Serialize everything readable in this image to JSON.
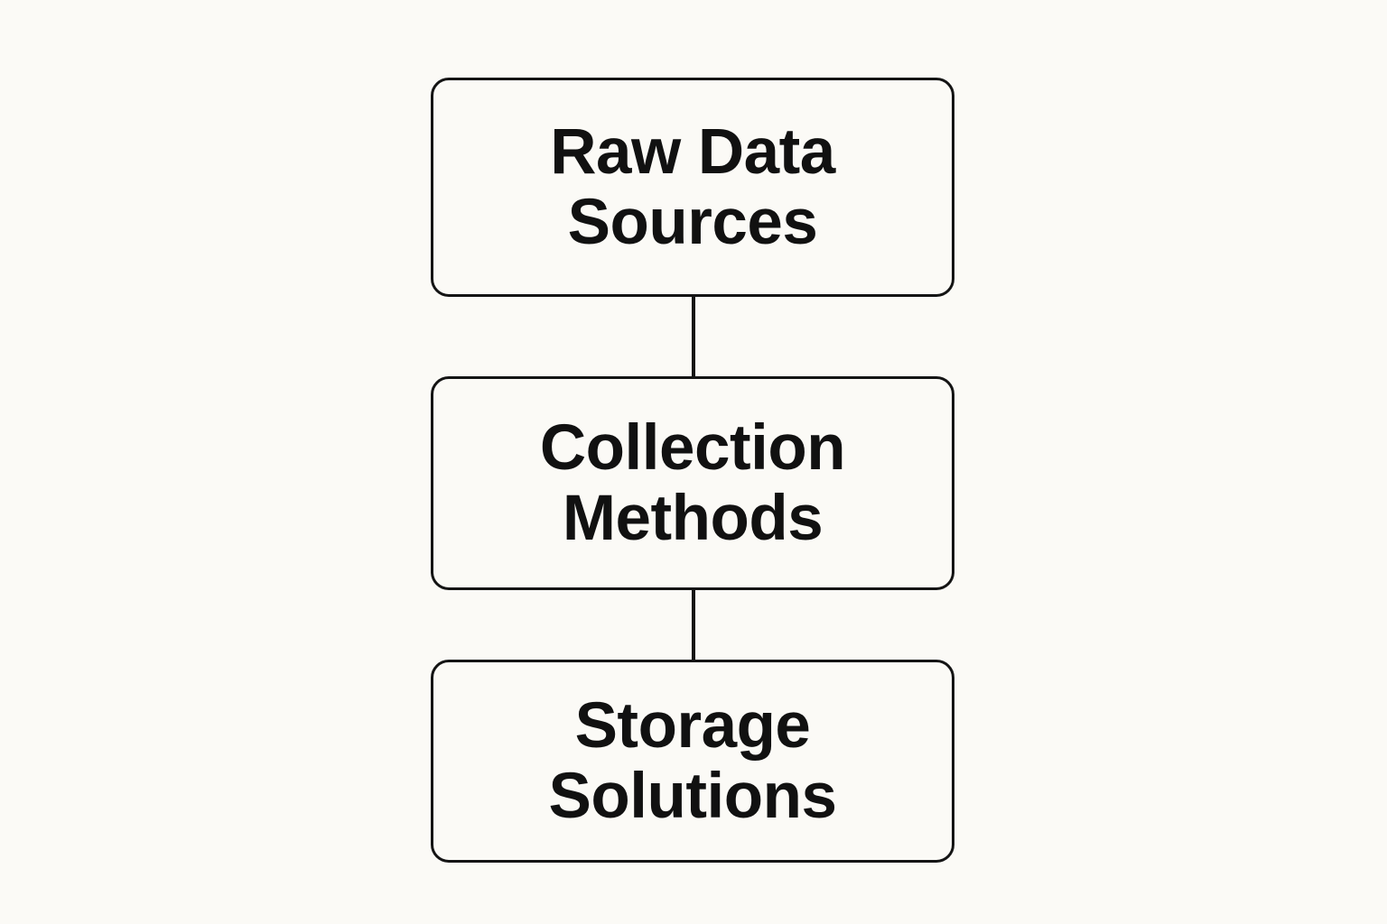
{
  "colors": {
    "background": "#fbfaf6",
    "stroke": "#141414",
    "text": "#111111"
  },
  "diagram": {
    "nodes": [
      {
        "lines": [
          "Raw Data",
          "Sources"
        ]
      },
      {
        "lines": [
          "Collection",
          "Methods"
        ]
      },
      {
        "lines": [
          "Storage",
          "Solutions"
        ]
      }
    ]
  }
}
